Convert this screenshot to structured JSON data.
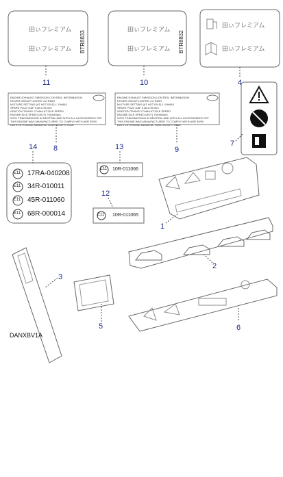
{
  "figure_ref": "DANXBV1A",
  "callouts": {
    "c1": "1",
    "c2": "2",
    "c3": "3",
    "c4": "4",
    "c5": "5",
    "c6": "6",
    "c7": "7",
    "c8": "8",
    "c9": "9",
    "c10": "10",
    "c11": "11",
    "c12": "12",
    "c13": "13",
    "c14": "14"
  },
  "label_11": {
    "vertical_code": "BTR8833",
    "text_line_1": "田ぃフレミアム",
    "text_line_2": "田ぃフレミアム"
  },
  "label_10": {
    "vertical_code": "BTR8832",
    "text_line_1": "田ぃフレミアム",
    "text_line_2": "田ぃフレミアム"
  },
  "label_4": {
    "text_line_1": "田ぃフレミアム",
    "text_line_2": "田ぃフレミアム"
  },
  "emission_label_8": {
    "lines": [
      "ENGINE EXHAUST EMISSION CONTROL INFORMATION",
      "ROVER GROUP LIMITED   4.6   R8SH",
      "MIXTURE SETTING (AT HOT IDLE)    1.1%MAX",
      "SPARK PLUG GAP                  0.85-0.95 mm",
      "IGNITION TIMING                 17%MA AT IDLE SPEED",
      "ENGINE IDLE SPEED (HOT)          700±50rpm",
      "WITH TRANSMISSION IN NEUTRAL AND WITH ALL ACCESSORIES OFF",
      "THIS ENGINE WAS MANUFACTURED TO COMPLY WITH ADR 39/00",
      "DATE OF ENGINE MANUFACTURE        MONTH      YEAR"
    ]
  },
  "emission_label_9": {
    "lines": [
      "ENGINE EXHAUST EMISSION CONTROL INFORMATION",
      "ROVER GROUP LIMITED   4.0   R8SH",
      "MIXTURE SETTING (AT HOT IDLE)    1.1%MAX",
      "SPARK PLUG GAP                  0.85-0.95 mm",
      "IGNITION TIMING                 17%MA AT IDLE SPEED",
      "ENGINE IDLE SPEED (HOT)          700±50rpm",
      "WITH TRANSMISSION IN NEUTRAL AND WITH ALL ACCESSORIES OFF",
      "THIS ENGINE WAS MANUFACTURED TO COMPLY WITH ADR 39/00",
      "DATE OF ENGINE MANUFACTURE        MONTH      YEAR"
    ]
  },
  "approval_14": {
    "badge": "E11",
    "codes": [
      "17RA-040208",
      "34R-010011",
      "45R-011060",
      "68R-000014"
    ]
  },
  "approval_13": {
    "badge": "E11",
    "code": "10R-011066"
  },
  "approval_12": {
    "badge": "E11",
    "code": "10R-011065"
  }
}
